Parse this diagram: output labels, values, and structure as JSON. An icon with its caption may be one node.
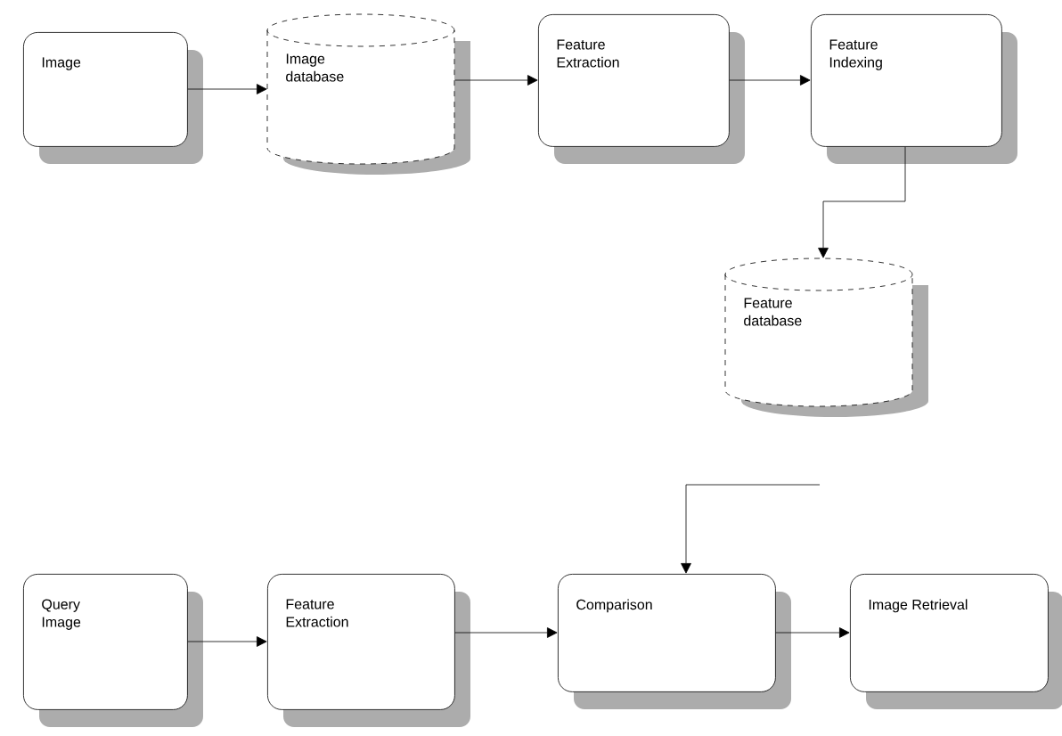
{
  "diagram": {
    "nodes": [
      {
        "text": [
          "Image"
        ]
      },
      {
        "text": [
          "Image database"
        ]
      },
      {
        "text": [
          "Feature Extraction"
        ]
      },
      {
        "text": [
          "Feature Indexing"
        ]
      },
      {
        "text": [
          "Feature database"
        ]
      },
      {
        "text": [
          "Query Image"
        ]
      },
      {
        "text": [
          "Feature Extraction"
        ]
      },
      {
        "text": [
          "Comparison"
        ]
      },
      {
        "text": [
          "Image Retrieval"
        ]
      }
    ],
    "edges": [
      {
        "from": 0,
        "to": 1,
        "arrow": "to"
      },
      {
        "from": 1,
        "to": 2,
        "arrow": "to"
      },
      {
        "from": 2,
        "to": 3,
        "arrow": "to"
      },
      {
        "from": 3,
        "to": 4,
        "arrow": "to"
      },
      {
        "from": 5,
        "to": 6,
        "arrow": "to"
      },
      {
        "from": 6,
        "to": 7,
        "arrow": "to"
      },
      {
        "from": null,
        "to": 7,
        "arrow": "to"
      },
      {
        "from": 7,
        "to": 8,
        "arrow": "to"
      }
    ]
  }
}
